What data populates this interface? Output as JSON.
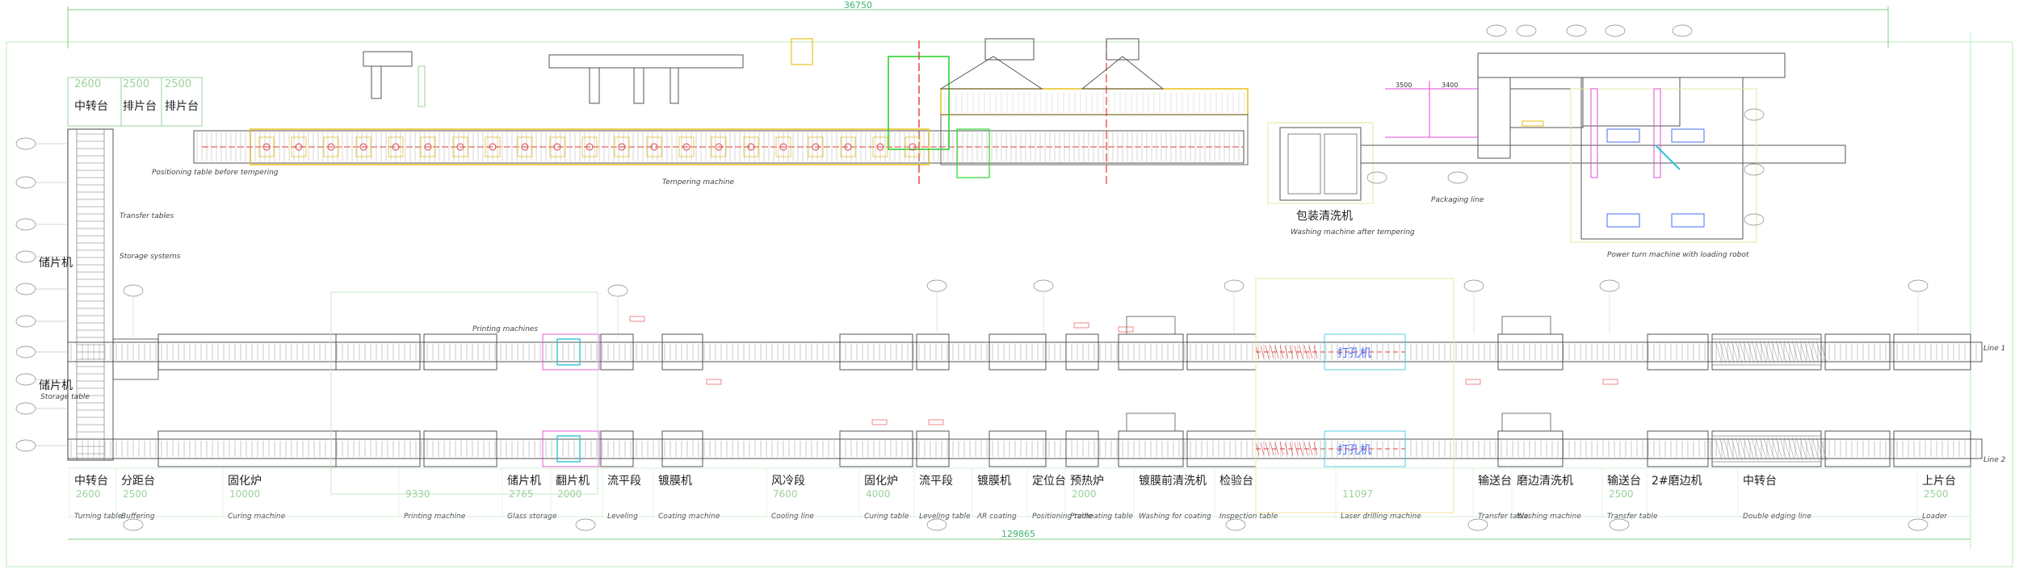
{
  "overall_top_dimension": "36750",
  "overall_bottom_dimension": "129865",
  "left_dimensions": [
    "2600",
    "2500",
    "2500"
  ],
  "left_machines": [
    {
      "cn": "中转台",
      "en": "Turning table"
    },
    {
      "cn": "排片台",
      "en": ""
    },
    {
      "cn": "排片台",
      "en": ""
    }
  ],
  "left_side_labels": [
    "储片机",
    "储片机"
  ],
  "left_side_small": "Storage table",
  "positioning_label": "Positioning table before tempering",
  "transfer_tables_label": "Transfer tables",
  "storage_systems_label": "Storage systems",
  "tempering_label": "Tempering machine",
  "washing_after_tempering_cn": "包装清洗机",
  "washing_after_tempering_en": "Washing machine after tempering",
  "packaging_line_label": "Packaging line",
  "power_turn_label": "Power turn machine with loading robot",
  "printing_machines_label": "Printing machines",
  "magenta_dims": [
    "3500",
    "3400"
  ],
  "blue_labels": [
    "打孔机",
    "打孔机"
  ],
  "line_labels": [
    "Line 1",
    "Line 2"
  ],
  "bottom_machines": [
    {
      "cn": "中转台",
      "dim": "2600",
      "en": "Turning table"
    },
    {
      "cn": "分距台",
      "dim": "2500",
      "en": "Buffering"
    },
    {
      "cn": "固化炉",
      "dim": "10000",
      "en": "Curing machine"
    },
    {
      "cn": "",
      "dim": "9330",
      "en": "Printing machine"
    },
    {
      "cn": "储片机",
      "dim": "2765",
      "en": "Glass storage"
    },
    {
      "cn": "翻片机",
      "dim": "2000",
      "en": ""
    },
    {
      "cn": "流平段",
      "dim": "",
      "en": "Leveling"
    },
    {
      "cn": "镀膜机",
      "dim": "",
      "en": "Coating machine"
    },
    {
      "cn": "风冷段",
      "dim": "7600",
      "en": "Cooling line"
    },
    {
      "cn": "固化炉",
      "dim": "4000",
      "en": "Curing table"
    },
    {
      "cn": "流平段",
      "dim": "",
      "en": "Leveling table"
    },
    {
      "cn": "镀膜机",
      "dim": "",
      "en": "AR coating"
    },
    {
      "cn": "定位台",
      "dim": "",
      "en": "Positioning table"
    },
    {
      "cn": "预热炉",
      "dim": "2000",
      "en": "Pre-heating table"
    },
    {
      "cn": "镀膜前清洗机",
      "dim": "",
      "en": "Washing for coating"
    },
    {
      "cn": "检验台",
      "dim": "",
      "en": "Inspection table"
    },
    {
      "cn": "",
      "dim": "11097",
      "en": "Laser drilling machine"
    },
    {
      "cn": "输送台",
      "dim": "",
      "en": "Transfer table"
    },
    {
      "cn": "磨边清洗机",
      "dim": "",
      "en": "Washing machine"
    },
    {
      "cn": "输送台",
      "dim": "2500",
      "en": "Transfer table"
    },
    {
      "cn": "2#磨边机",
      "dim": "",
      "en": ""
    },
    {
      "cn": "中转台",
      "dim": "",
      "en": "Double edging line"
    },
    {
      "cn": "上片台",
      "dim": "2500",
      "en": "Loader"
    }
  ],
  "colors": {
    "dim_green": "#3cb371",
    "border_green": "#a8e6a8",
    "station_red": "#e23b3b",
    "furnace_yellow": "#e8c21a",
    "magenta": "#e04bd6",
    "blue_text": "#4a6cf0",
    "cyan": "#2fc4d8"
  }
}
